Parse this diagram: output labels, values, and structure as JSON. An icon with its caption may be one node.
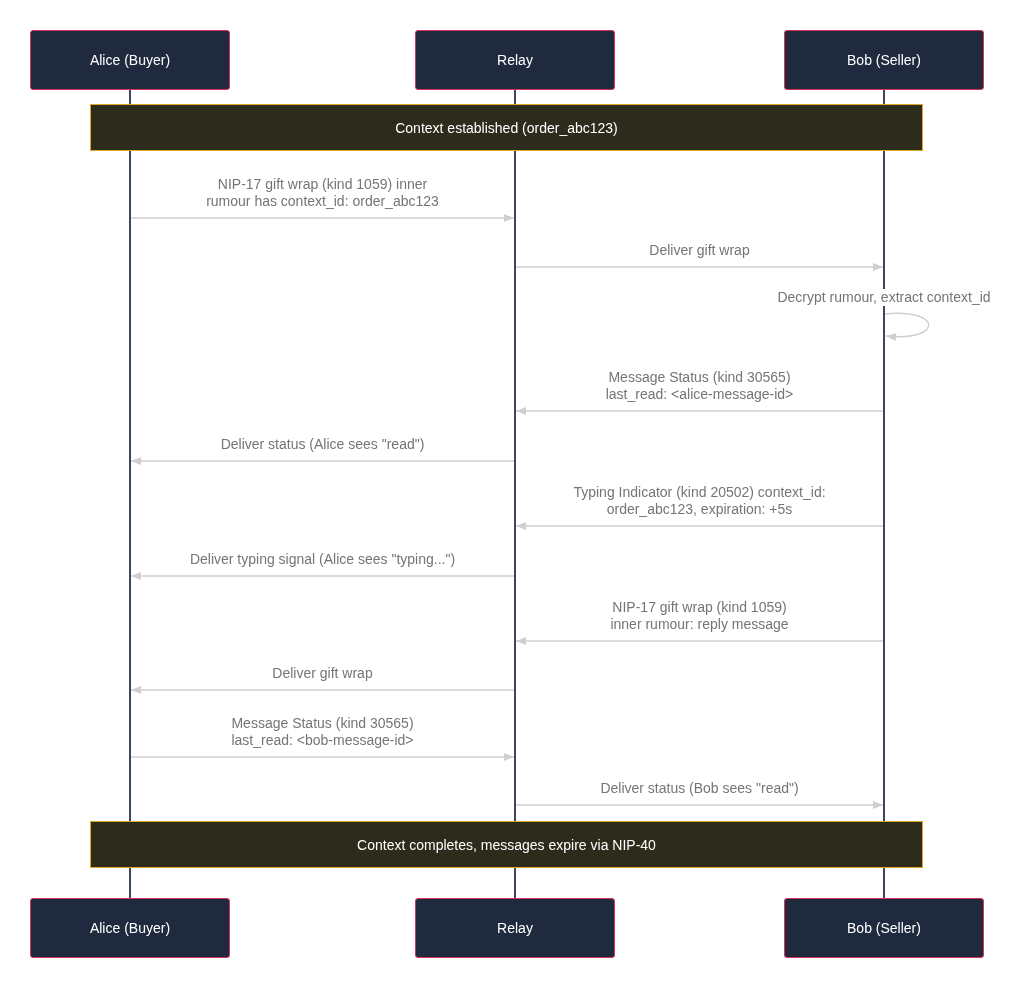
{
  "diagram": {
    "nodes": [
      {
        "text": [
          "Alice (Buyer)"
        ]
      },
      {
        "text": [
          "Relay"
        ]
      },
      {
        "text": [
          "Bob (Seller)"
        ]
      },
      {
        "text": [],
        "shape": "line"
      },
      {
        "text": [],
        "shape": "line"
      },
      {
        "text": [],
        "shape": "line"
      },
      {
        "text": [
          "Context established (order_abc123)"
        ]
      },
      {
        "text": [
          "Context completes, messages expire via NIP-40"
        ]
      },
      {
        "text": [
          "Alice (Buyer)"
        ]
      },
      {
        "text": [
          "Relay"
        ]
      },
      {
        "text": [
          "Bob (Seller)"
        ]
      }
    ],
    "edges": [
      {
        "from": 3,
        "to": 4,
        "arrow": "to",
        "label": "NIP-17 gift wrap (kind 1059) inner rumour has context_id: order_abc123"
      },
      {
        "from": 4,
        "to": 5,
        "arrow": "to",
        "label": "Deliver gift wrap"
      },
      {
        "from": 5,
        "to": 5,
        "arrow": "to",
        "label": "Decrypt rumour, extract context_id"
      },
      {
        "from": 5,
        "to": 4,
        "arrow": "to",
        "label": "Message Status (kind 30565) last_read: <alice-message-id>"
      },
      {
        "from": 4,
        "to": 3,
        "arrow": "to",
        "label": "Deliver status (Alice sees \"read\")"
      },
      {
        "from": 5,
        "to": 4,
        "arrow": "to",
        "label": "Typing Indicator (kind 20502) context_id: order_abc123, expiration: +5s"
      },
      {
        "from": 4,
        "to": 3,
        "arrow": "to",
        "label": "Deliver typing signal (Alice sees \"typing...\")"
      },
      {
        "from": 5,
        "to": 4,
        "arrow": "to",
        "label": "NIP-17 gift wrap (kind 1059) inner rumour: reply message"
      },
      {
        "from": 4,
        "to": 3,
        "arrow": "to",
        "label": "Deliver gift wrap"
      },
      {
        "from": 3,
        "to": 4,
        "arrow": "to",
        "label": "Message Status (kind 30565) last_read: <bob-message-id>"
      },
      {
        "from": 4,
        "to": 5,
        "arrow": "to",
        "label": "Deliver status (Bob sees \"read\")"
      }
    ]
  }
}
